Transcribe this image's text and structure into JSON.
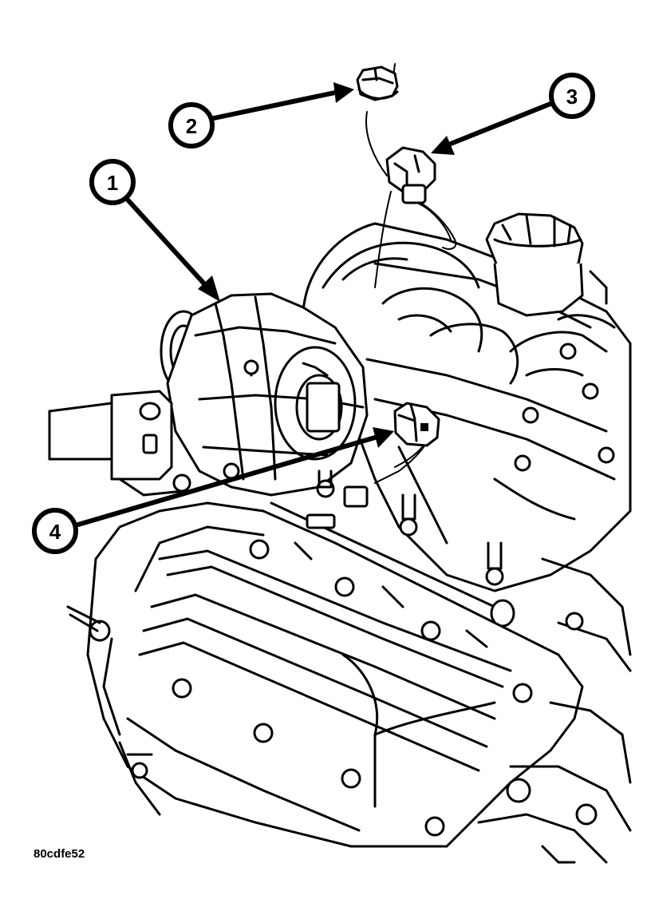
{
  "figure": {
    "code": "80cdfe52",
    "callouts": [
      {
        "id": "callout-1",
        "label": "1"
      },
      {
        "id": "callout-2",
        "label": "2"
      },
      {
        "id": "callout-3",
        "label": "3"
      },
      {
        "id": "callout-4",
        "label": "4"
      }
    ]
  }
}
